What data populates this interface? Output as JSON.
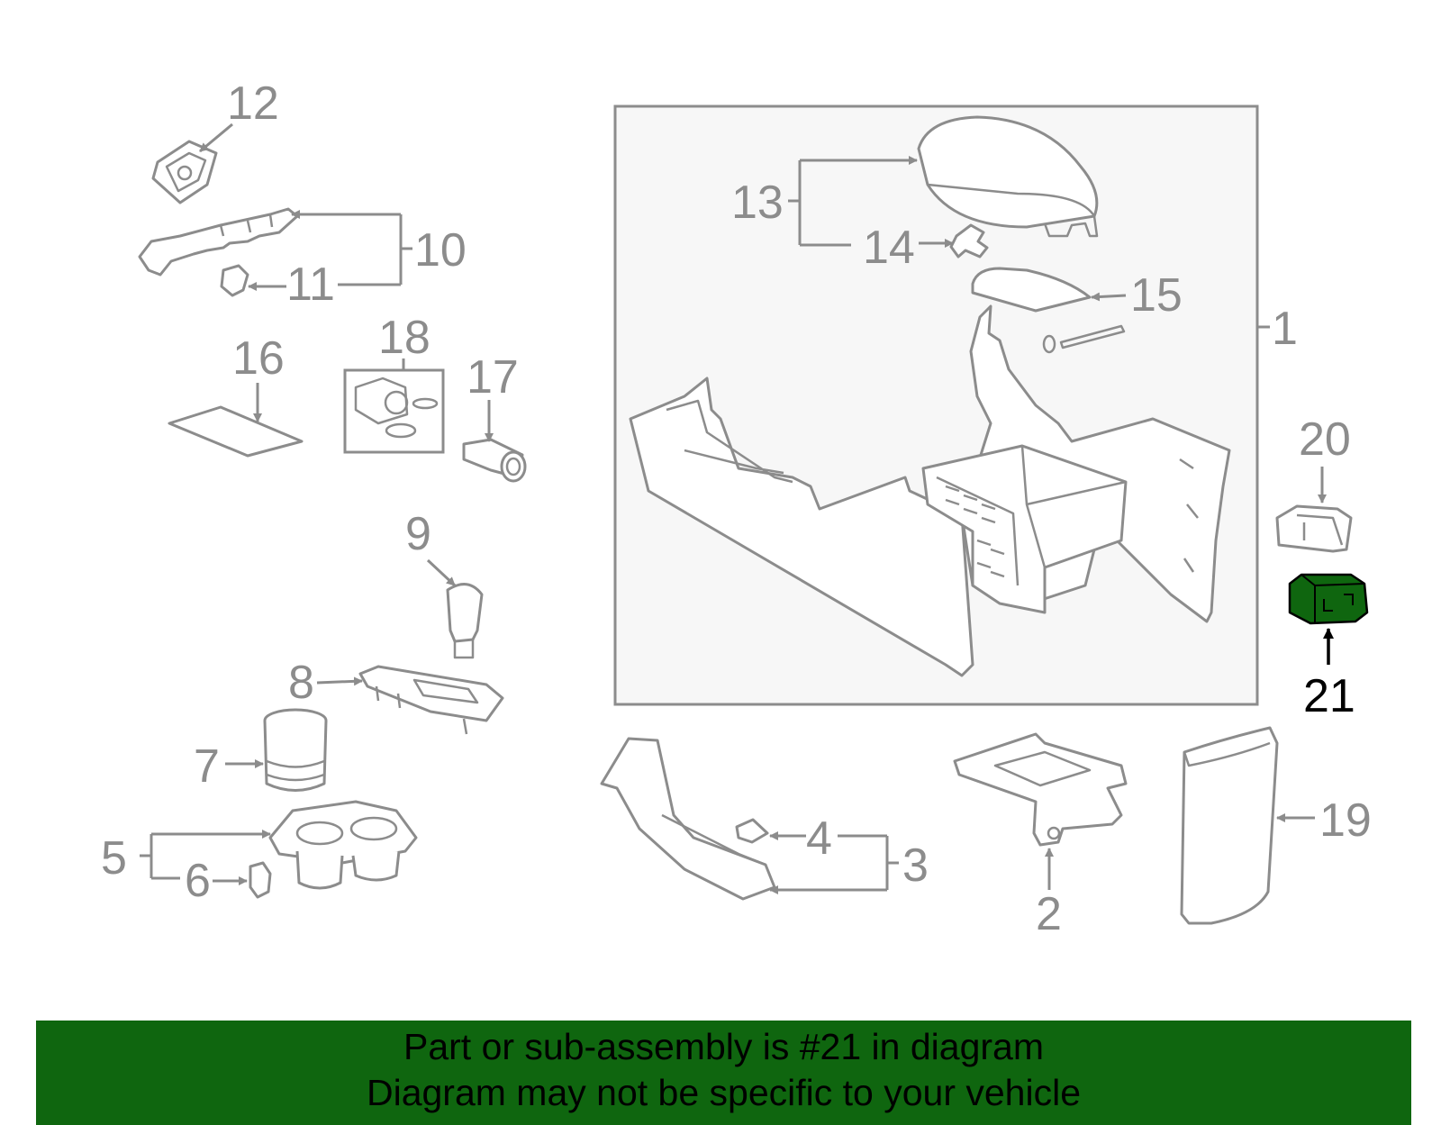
{
  "colors": {
    "line": "#8c8c8c",
    "highlight_fill": "#0f660f",
    "highlight_label": "#000000",
    "box_fill": "#f7f7f7",
    "banner_bg": "#0f660f"
  },
  "callouts": {
    "c1": "1",
    "c2": "2",
    "c3": "3",
    "c4": "4",
    "c5": "5",
    "c6": "6",
    "c7": "7",
    "c8": "8",
    "c9": "9",
    "c10": "10",
    "c11": "11",
    "c12": "12",
    "c13": "13",
    "c14": "14",
    "c15": "15",
    "c16": "16",
    "c17": "17",
    "c18": "18",
    "c19": "19",
    "c20": "20",
    "c21": "21"
  },
  "highlighted_part": "21",
  "banner": {
    "line1": "Part or sub-assembly is #21 in diagram",
    "line2": "Diagram may not be specific to your vehicle"
  }
}
